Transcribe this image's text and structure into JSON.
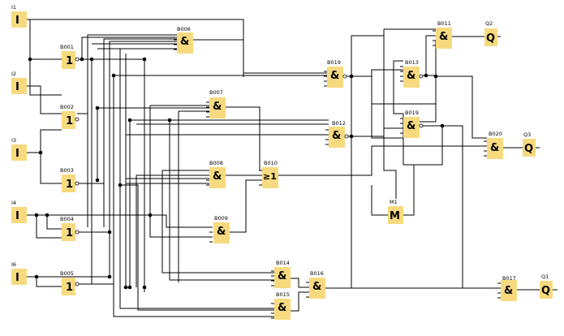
{
  "diagram": {
    "inputs": [
      {
        "label": "I1",
        "glyph": "I"
      },
      {
        "label": "I2",
        "glyph": "I"
      },
      {
        "label": "I3",
        "glyph": "I"
      },
      {
        "label": "I4",
        "glyph": "I"
      },
      {
        "label": "I6",
        "glyph": "I"
      }
    ],
    "blocks": [
      {
        "label": "B001",
        "glyph": "1"
      },
      {
        "label": "B002",
        "glyph": "1"
      },
      {
        "label": "B003",
        "glyph": "1"
      },
      {
        "label": "B004",
        "glyph": "1"
      },
      {
        "label": "B005",
        "glyph": "1"
      },
      {
        "label": "B006",
        "glyph": "&"
      },
      {
        "label": "B007",
        "glyph": "&"
      },
      {
        "label": "B008",
        "glyph": "&"
      },
      {
        "label": "B009",
        "glyph": "&"
      },
      {
        "label": "B010",
        "glyph": "≥1"
      },
      {
        "label": "B019",
        "glyph": "&"
      },
      {
        "label": "B012",
        "glyph": "&"
      },
      {
        "label": "B013",
        "glyph": "&"
      },
      {
        "label": "B019",
        "glyph": "&"
      },
      {
        "label": "B011",
        "glyph": "&"
      },
      {
        "label": "B014",
        "glyph": "&"
      },
      {
        "label": "B015",
        "glyph": "&"
      },
      {
        "label": "B016",
        "glyph": "&"
      },
      {
        "label": "B017",
        "glyph": "&"
      },
      {
        "label": "B020",
        "glyph": "&"
      }
    ],
    "marker": {
      "label": "M1",
      "glyph": "M"
    },
    "outputs": [
      {
        "label": "Q2",
        "glyph": "Q"
      },
      {
        "label": "Q3",
        "glyph": "Q"
      },
      {
        "label": "Q1",
        "glyph": "Q"
      }
    ],
    "colors": {
      "block": "#f7da7f",
      "wire": "#000000"
    }
  }
}
